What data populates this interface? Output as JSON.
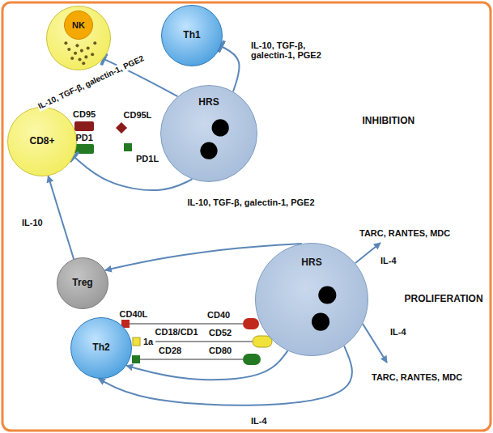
{
  "diagram": {
    "nodes": [
      {
        "text": [
          "NK"
        ]
      },
      {
        "text": [
          "Th1"
        ]
      },
      {
        "text": [
          "HRS"
        ]
      },
      {
        "text": [
          "CD8+"
        ]
      },
      {
        "text": [
          "Treg"
        ]
      },
      {
        "text": [
          "Th2"
        ]
      },
      {
        "text": [
          "HRS"
        ]
      }
    ],
    "edges": [
      {
        "from": 2,
        "to": 0,
        "arrow": "to",
        "label": "IL-10, TGF-β, galectin-1, PGE2"
      },
      {
        "from": 2,
        "to": 1,
        "arrow": "to",
        "label": "IL-10, TGF-β, galectin-1, PGE2"
      },
      {
        "from": 2,
        "to": 3,
        "arrow": "to",
        "label": "IL-10, TGF-β, galectin-1, PGE2"
      },
      {
        "from": 4,
        "to": 3,
        "arrow": "to",
        "label": "IL-10"
      },
      {
        "from": 6,
        "to": 4,
        "arrow": "to"
      },
      {
        "from": 6,
        "to": 5,
        "arrow": "to"
      },
      {
        "from": 6,
        "to": 5,
        "arrow": "to",
        "label": "IL-4"
      }
    ],
    "labels": [
      "INHIBITION",
      "CD95",
      "PD1",
      "CD95L",
      "PD1L",
      "TARC, RANTES, MDC",
      "IL-4",
      "CD40L",
      "CD40",
      "CD18/CD1",
      "1a",
      "CD52",
      "CD28",
      "CD80",
      "PROLIFERATION",
      "IL-4",
      "TARC, RANTES, MDC"
    ]
  }
}
